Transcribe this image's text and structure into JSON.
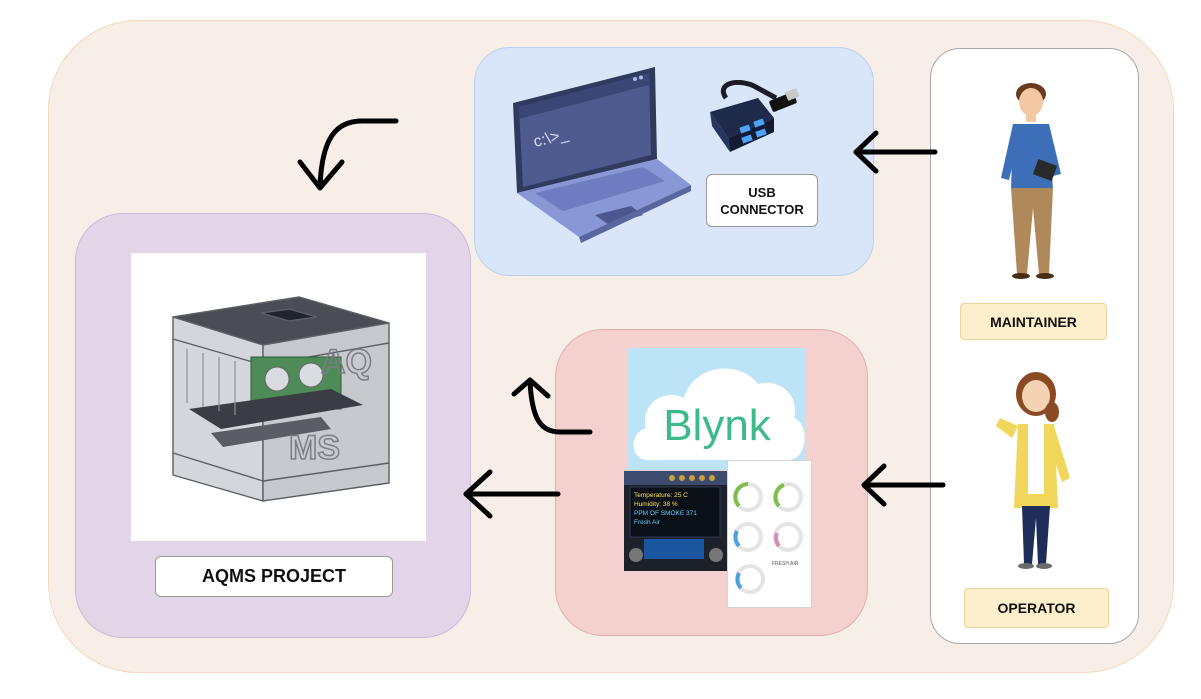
{
  "usb_connector_label": [
    "USB",
    "CONNECTOR"
  ],
  "aqms_label": "AQMS PROJECT",
  "maintainer_label": "MAINTAINER",
  "operator_label": "OPERATOR",
  "blynk_wordmark": "Blynk",
  "terminal_prompt": "c:\\>_",
  "oled_lines": [
    "Temperature: 25 C",
    "Humidity: 38 %",
    "PPM OF SMOKE 371",
    "Fresh Air"
  ],
  "enclosure_lettering": [
    "AQ",
    "MS"
  ],
  "app_fresh_air_text": "FRESH AIR",
  "colors": {
    "outer_background": "#f8eee8",
    "laptop_panel": "#d9e6fa",
    "aqms_panel": "#e2d5e8",
    "blynk_panel": "#f4d0cf",
    "role_label_fill": "#fdefcb",
    "blynk_green": "#3dba8a"
  },
  "icons": [
    "laptop-icon",
    "usb-hub-icon",
    "curved-arrow-down-icon",
    "curved-arrow-left-icon",
    "arrow-left-icon",
    "maintainer-person-icon",
    "operator-person-icon"
  ]
}
